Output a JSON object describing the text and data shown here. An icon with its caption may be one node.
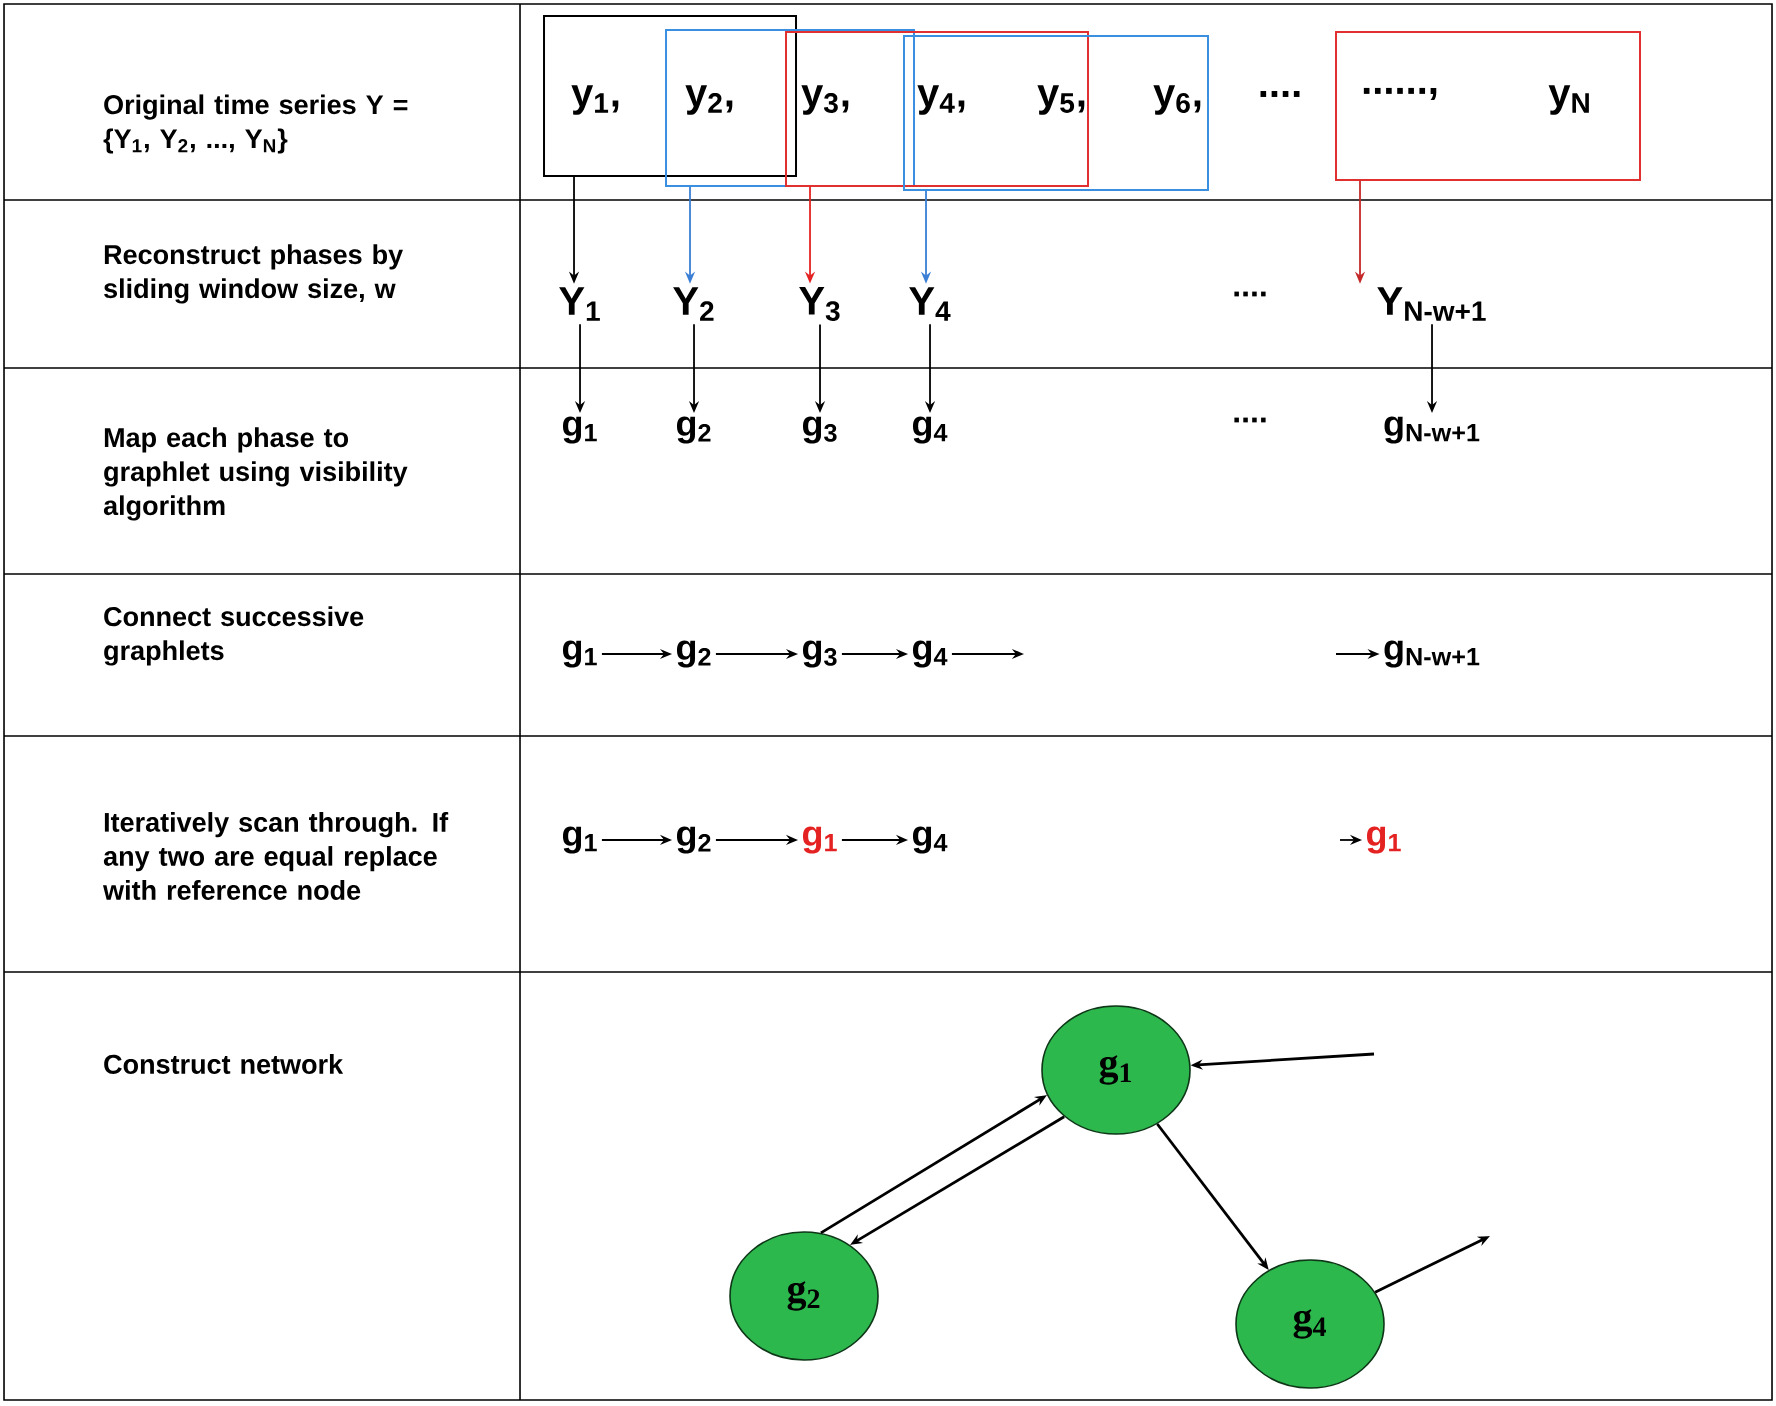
{
  "diagram": {
    "nodes": [
      {
        "text": [],
        "shape": "box"
      },
      {
        "text": [],
        "shape": "box"
      },
      {
        "text": [],
        "shape": "box"
      },
      {
        "text": [],
        "shape": "box"
      },
      {
        "text": [],
        "shape": "box"
      },
      {
        "text": [
          "Y$_{1}$"
        ]
      },
      {
        "text": [
          "Y$_{2}$"
        ]
      },
      {
        "text": [
          "Y$_{3}$"
        ]
      },
      {
        "text": [
          "Y$_{4}$"
        ]
      },
      {
        "text": [
          "Y$_{N-w+1}$"
        ]
      },
      {
        "text": [
          "g$_{1}$"
        ]
      },
      {
        "text": [
          "g$_{2}$"
        ]
      },
      {
        "text": [
          "g$_{3}$"
        ]
      },
      {
        "text": [
          "g$_{4}$"
        ]
      },
      {
        "text": [
          "g$_{N-w+1}$"
        ]
      },
      {
        "text": [
          "g$_{1}$"
        ]
      },
      {
        "text": [
          "g$_{2}$"
        ]
      },
      {
        "text": [
          "g$_{3}$"
        ]
      },
      {
        "text": [
          "g$_{4}$"
        ]
      },
      {
        "text": [
          "g$_{N-w+1}$"
        ]
      },
      {
        "text": [
          "g$_{1}$"
        ]
      },
      {
        "text": [
          "g$_{2}$"
        ]
      },
      {
        "text": [
          "g$_{1}$"
        ]
      },
      {
        "text": [
          "g$_{4}$"
        ]
      },
      {
        "text": [
          "g$_{1}$"
        ]
      },
      {
        "text": [
          "g$_{1}$"
        ]
      },
      {
        "text": [
          "g$_{2}$"
        ]
      },
      {
        "text": [
          "g$_{4}$"
        ]
      }
    ],
    "edges": [
      {
        "from": 0,
        "to": 5,
        "arrow": "to"
      },
      {
        "from": 1,
        "to": 6,
        "arrow": "to",
        "color": "#3a7fd5"
      },
      {
        "from": 2,
        "to": 7,
        "arrow": "to",
        "color": "#e52222"
      },
      {
        "from": 3,
        "to": 8,
        "arrow": "to",
        "color": "#3a7fd5"
      },
      {
        "from": 4,
        "to": 9,
        "arrow": "to",
        "color": "#c62828"
      },
      {
        "from": 5,
        "to": 10,
        "arrow": "to"
      },
      {
        "from": 6,
        "to": 11,
        "arrow": "to"
      },
      {
        "from": 7,
        "to": 12,
        "arrow": "to"
      },
      {
        "from": 8,
        "to": 13,
        "arrow": "to"
      },
      {
        "from": 9,
        "to": 14,
        "arrow": "to"
      },
      {
        "from": 15,
        "to": 16,
        "arrow": "to"
      },
      {
        "from": 16,
        "to": 17,
        "arrow": "to"
      },
      {
        "from": 17,
        "to": 18,
        "arrow": "to"
      },
      {
        "from": 18,
        "to": null,
        "arrow": "to"
      },
      {
        "from": null,
        "to": 19,
        "arrow": "to"
      },
      {
        "from": 20,
        "to": 21,
        "arrow": "to"
      },
      {
        "from": 21,
        "to": 22,
        "arrow": "to"
      },
      {
        "from": 22,
        "to": 23,
        "arrow": "to"
      },
      {
        "from": null,
        "to": 24,
        "arrow": "to"
      },
      {
        "from": 26,
        "to": 25,
        "arrow": "to"
      },
      {
        "from": 25,
        "to": 26,
        "arrow": "to"
      },
      {
        "from": 25,
        "to": 27,
        "arrow": "to"
      },
      {
        "from": null,
        "to": 25,
        "arrow": "to"
      },
      {
        "from": 27,
        "to": null,
        "arrow": "to"
      }
    ],
    "labels": [
      "Original time series Y = {Y$_{1}$, Y$_{2}$, ..., Y$_{N}$}",
      "y$_{1}$,",
      "y$_{2}$,",
      "y$_{3}$,",
      "y$_{4}$,",
      "y$_{5}$,",
      "y$_{6}$,",
      "....",
      "......,",
      "y$_{N}$",
      "Reconstruct phases by sliding window size, w",
      "....",
      "Map each phase to graphlet using visibility algorithm",
      "....",
      "Connect successive graphlets",
      "Iteratively scan through. If any two are equal replace with reference node",
      "Construct network"
    ]
  }
}
